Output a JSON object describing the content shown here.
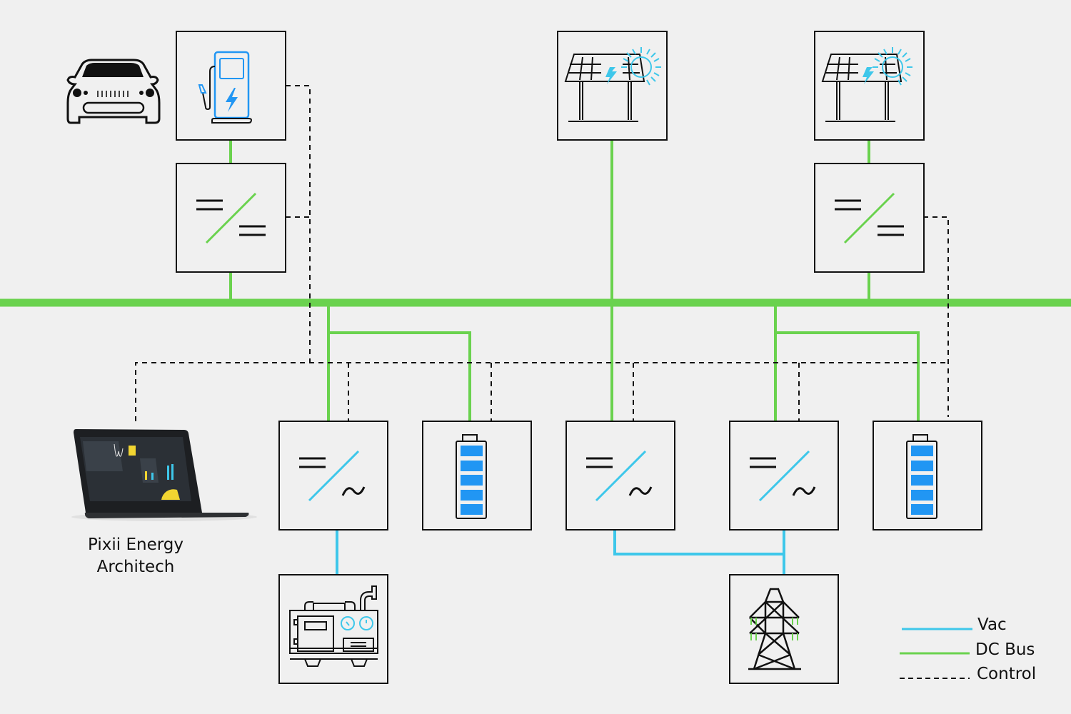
{
  "colors": {
    "background": "#f0f0f0",
    "dc_bus": "#6ad24e",
    "vac": "#3ec7ea",
    "control": "#111111",
    "battery_cell": "#2196f3",
    "icon_accent": "#2196f3"
  },
  "components": {
    "ev_charger": {
      "icon": "ev-charger-icon"
    },
    "ev_car": {
      "icon": "car-icon"
    },
    "solar_1": {
      "icon": "solar-panel-icon"
    },
    "solar_2": {
      "icon": "solar-panel-icon"
    },
    "dcdc_1": {
      "icon": "dc-dc-converter-icon"
    },
    "dcdc_2": {
      "icon": "dc-dc-converter-icon"
    },
    "inverters": [
      {
        "icon": "dc-ac-inverter-icon"
      },
      {
        "icon": "dc-ac-inverter-icon"
      },
      {
        "icon": "dc-ac-inverter-icon"
      }
    ],
    "batteries": [
      {
        "icon": "battery-icon",
        "cells": 5
      },
      {
        "icon": "battery-icon",
        "cells": 5
      }
    ],
    "generator": {
      "icon": "generator-icon"
    },
    "grid": {
      "icon": "transmission-tower-icon"
    }
  },
  "laptop": {
    "icon": "laptop-dashboard-icon",
    "label_line1": "Pixii Energy",
    "label_line2": "Architech"
  },
  "legend": {
    "items": [
      {
        "label": "Vac",
        "style": "solid",
        "color_key": "vac"
      },
      {
        "label": "DC Bus",
        "style": "solid",
        "color_key": "dc_bus"
      },
      {
        "label": "Control",
        "style": "dashed",
        "color_key": "control"
      }
    ]
  }
}
